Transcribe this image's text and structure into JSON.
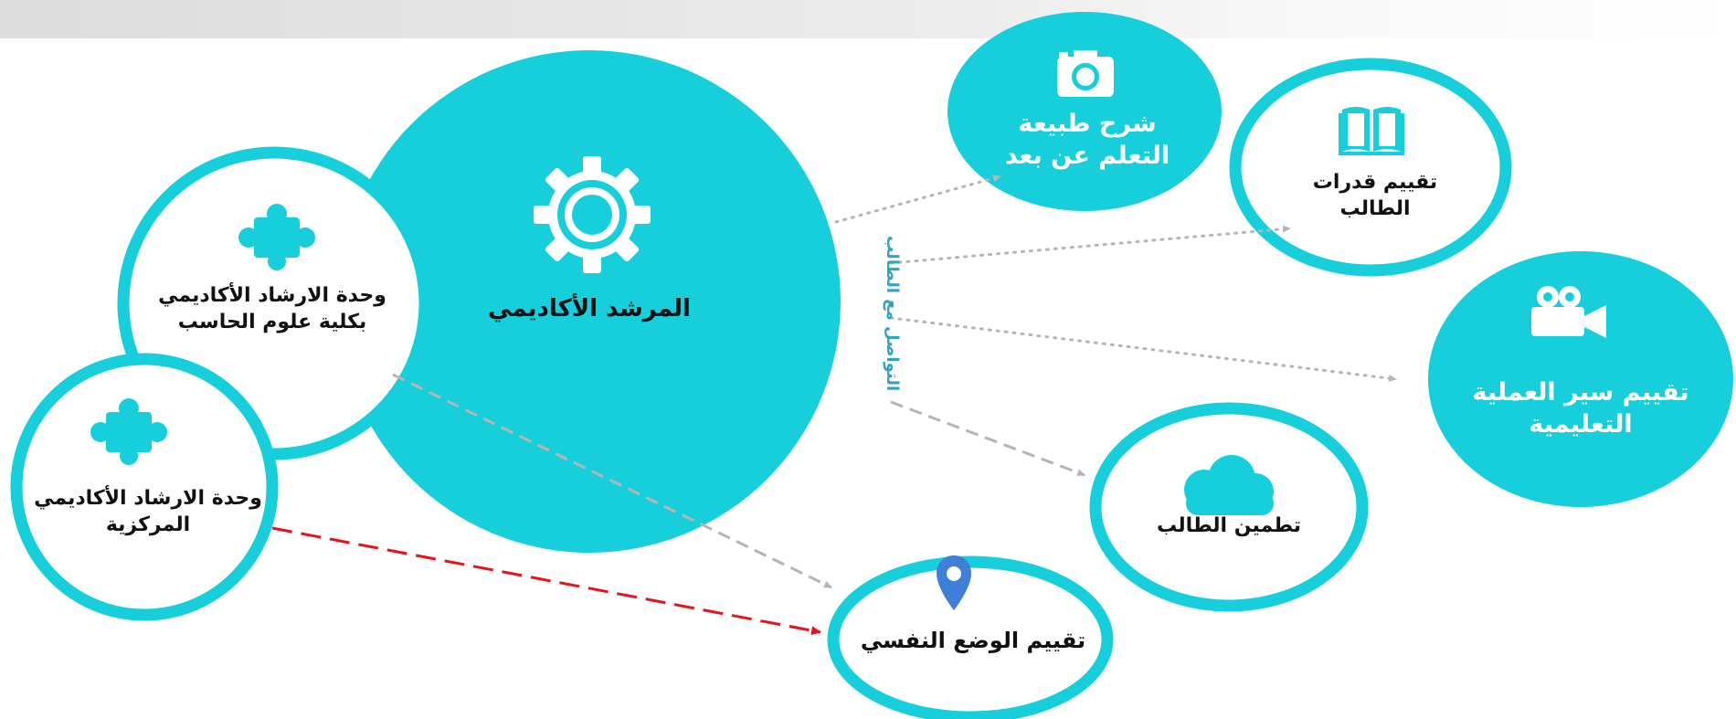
{
  "colors": {
    "teal": "#17cedb",
    "arrow_gray": "#b5b5b5",
    "arrow_red": "#e8121a",
    "connector_label": "#31a2c4",
    "pin": "#3f7fd8",
    "text_dark": "#111111"
  },
  "nodes": {
    "main": {
      "label": "المرشد الأكاديمي",
      "icon": "gear-icon"
    },
    "college_unit": {
      "label": "وحدة الارشاد الأكاديمي بكلية علوم الحاسب",
      "icon": "puzzle-icon"
    },
    "central_unit": {
      "label": "وحدة الارشاد الأكاديمي المركزية",
      "icon": "puzzle-icon"
    },
    "explain_learning": {
      "label": "شرح طبيعة التعلم عن بعد",
      "icon": "camera-icon"
    },
    "assess_abilities": {
      "label": "تقييم قدرات الطالب",
      "icon": "book-icon"
    },
    "assess_process": {
      "label": "تقييم سير العملية التعليمية",
      "icon": "video-camera-icon"
    },
    "reassure_student": {
      "label": "تطمين الطالب",
      "icon": "cloud-icon"
    },
    "assess_psych": {
      "label": "تقييم الوضع النفسي",
      "icon": "map-pin-icon"
    }
  },
  "connector_label": "التواصل مع الطالب"
}
